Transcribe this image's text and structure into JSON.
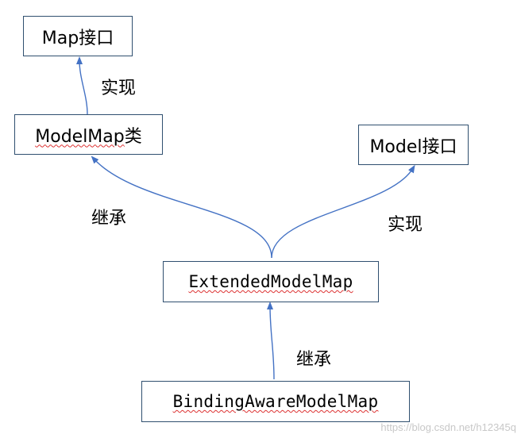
{
  "nodes": {
    "map_interface": "Map接口",
    "modelmap_prefix": "ModelMap",
    "modelmap_suffix": "类",
    "model_prefix": "Model",
    "model_suffix": "接口",
    "extended": "ExtendedModelMap",
    "binding": "BindingAwareModelMap"
  },
  "edges": {
    "realize_top": "实现",
    "inherit_left": "继承",
    "realize_right": "实现",
    "inherit_bottom": "继承"
  },
  "watermark": "https://blog.csdn.net/h12345q",
  "colors": {
    "arrow": "#4472c4",
    "box_border": "#2f4f6f",
    "squiggle": "#dd3333"
  }
}
